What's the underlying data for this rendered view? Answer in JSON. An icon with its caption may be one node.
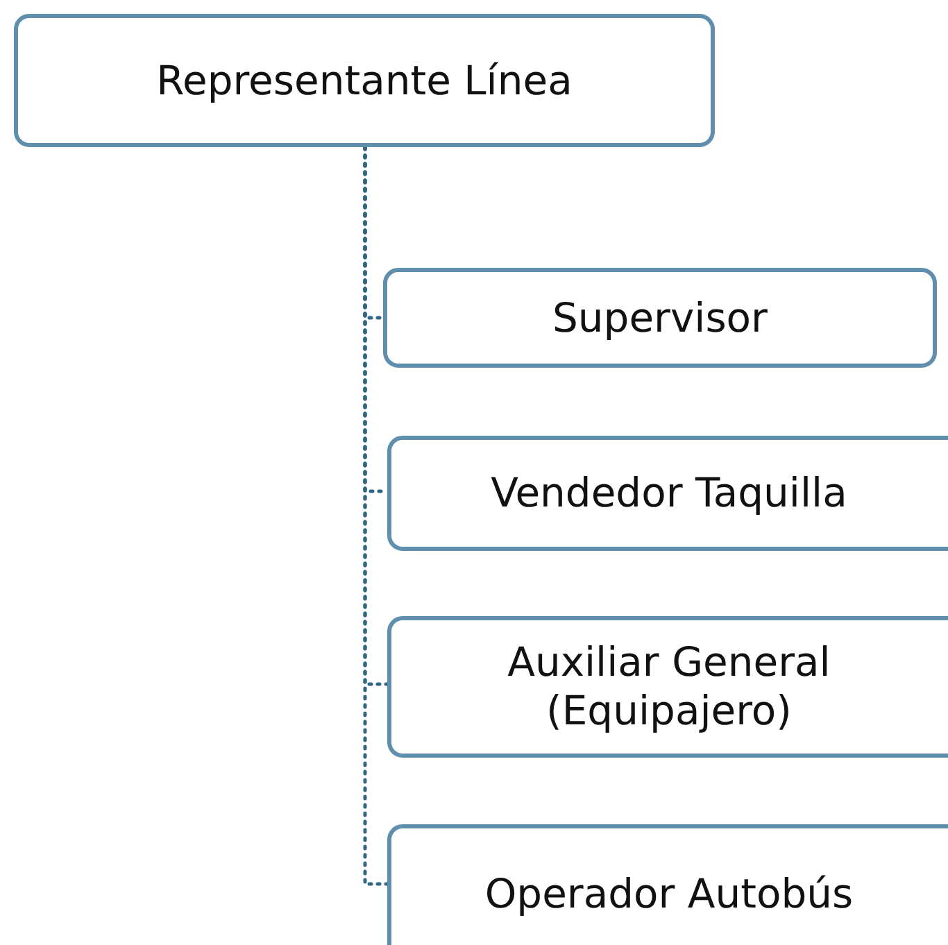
{
  "diagram": {
    "nodes": [
      {
        "text": [
          "Representante Línea"
        ]
      },
      {
        "text": [
          "Supervisor"
        ]
      },
      {
        "text": [
          "Vendedor Taquilla"
        ]
      },
      {
        "text": [
          "Auxiliar General (Equipajero)"
        ]
      },
      {
        "text": [
          "Operador Autobús"
        ]
      }
    ],
    "edges": [
      {
        "from": 0,
        "to": 1,
        "arrow": "none",
        "style": "dashed"
      },
      {
        "from": 0,
        "to": 2,
        "arrow": "none",
        "style": "dashed"
      },
      {
        "from": 0,
        "to": 3,
        "arrow": "none",
        "style": "dashed"
      },
      {
        "from": 0,
        "to": 4,
        "arrow": "none",
        "style": "dashed"
      }
    ]
  }
}
